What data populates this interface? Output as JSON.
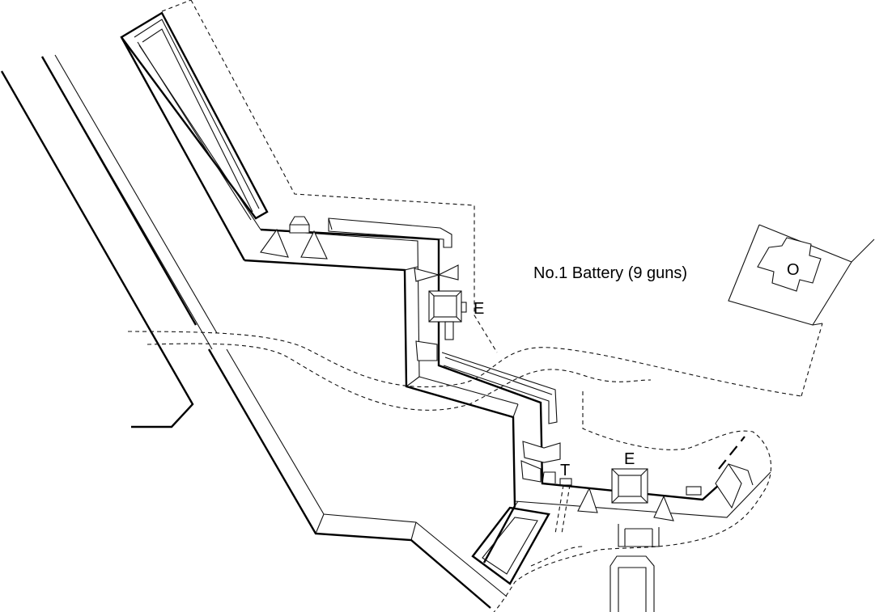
{
  "labels": {
    "battery": "No.1 Battery (9 guns)",
    "magazine_upper": "E",
    "magazine_lower": "E",
    "tunnel": "T",
    "officers": "O"
  }
}
